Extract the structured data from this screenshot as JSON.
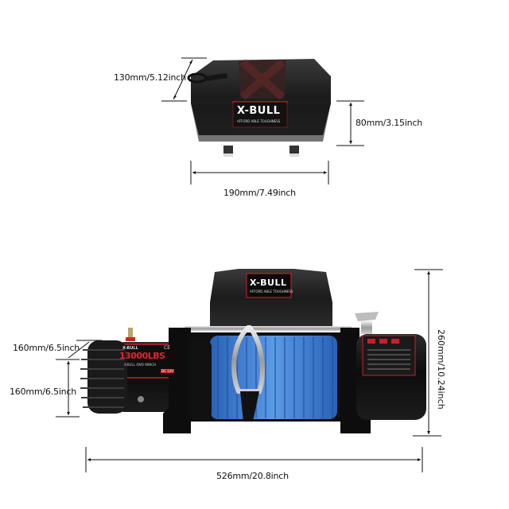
{
  "product": {
    "brand": "X-BULL",
    "tagline": "AFFORD ABLE TOUGHNESS",
    "capacity_label": "13000LBS",
    "model_label": "X-BULL 4WD WINCH",
    "voltage_badge": "DC 12V",
    "cert_mark": "CE"
  },
  "control_box": {
    "dimensions": {
      "depth": "130mm/5.12inch",
      "height": "80mm/3.15inch",
      "width": "190mm/7.49inch"
    }
  },
  "winch": {
    "dimensions": {
      "motor_depth": "160mm/6.5inch",
      "motor_height": "160mm/6.5inch",
      "total_height": "260mm/10.24inch",
      "total_length": "526mm/20.8inch"
    }
  },
  "colors": {
    "rope": "#3d7fd6",
    "accent_red": "#d9202a",
    "body_black": "#111111"
  }
}
